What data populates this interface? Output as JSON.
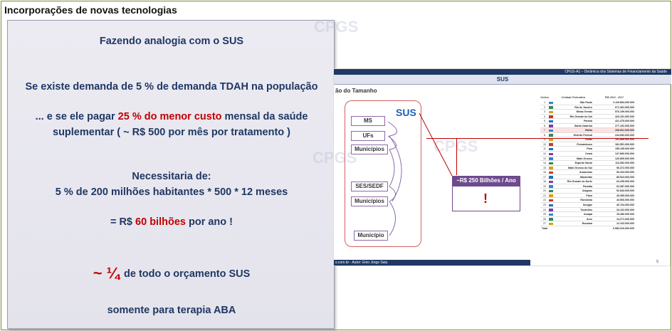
{
  "page_title": "Incorporações de novas tecnologias",
  "left_panel": {
    "line1": "Fazendo analogia com o SUS",
    "line2": "Se existe demanda de 5 % de demanda TDAH na população",
    "line3_prefix": "... e se ele pagar ",
    "line3_highlight": "25 % do menor custo",
    "line3_suffix": " mensal da saúde",
    "line4": "suplementar ( ~ R$ 500 por mês por tratamento )",
    "line5": "Necessitaria de:",
    "line6": "5 % de 200 milhões habitantes * 500 * 12 meses",
    "line7_prefix": "= R$ ",
    "line7_highlight": "60 bilhões",
    "line7_suffix": " por ano !",
    "line8_big": "~ ¼",
    "line8_rest": "de todo o orçamento SUS",
    "line9": "somente para terapia ABA"
  },
  "slide": {
    "top_bar": "CPGS-A1 – Dinâmica dos Sistemas de Financiamento da Saúde",
    "subtitle": "SUS",
    "heading": "ão do Tamanho",
    "sus_label": "SUS",
    "boxes": [
      "MS",
      "UFs",
      "Municípios",
      "SES/SEDF",
      "Municípios",
      "Município"
    ],
    "callout": "~R$ 250 Bilhões / Ano",
    "callout_mark": "!",
    "watermark": "CPGS",
    "footer": "s.com.br   -   Autor: Enio Jorge Salu",
    "page_number": "5",
    "table": {
      "headers": [
        "Ordem",
        "",
        "Unidade Federativa",
        "PIB 2012 - 2017"
      ],
      "rows": [
        [
          "1",
          "São Paulo",
          "2.119.854.000.000"
        ],
        [
          "2",
          "Rio de Janeiro",
          "671.362.000.000"
        ],
        [
          "3",
          "Minas Gerais",
          "576.199.000.000"
        ],
        [
          "4",
          "Rio Grande do Sul",
          "423.151.000.000"
        ],
        [
          "5",
          "Paraná",
          "421.375.000.000"
        ],
        [
          "6",
          "Santa Catarina",
          "277.192.000.000"
        ],
        [
          "7",
          "Bahia",
          "268.661.000.000"
        ],
        [
          "8",
          "Distrito Federal",
          "244.683.000.000"
        ],
        [
          "9",
          "Goiás",
          "191.899.000.000"
        ],
        [
          "10",
          "Pernambuco",
          "181.551.000.000"
        ],
        [
          "11",
          "Pará",
          "155.195.000.000"
        ],
        [
          "12",
          "Ceará",
          "147.890.000.000"
        ],
        [
          "13",
          "Mato Grosso",
          "126.805.000.000"
        ],
        [
          "14",
          "Espírito Santo",
          "113.352.000.000"
        ],
        [
          "15",
          "Mato Grosso do Sul",
          "96.372.000.000"
        ],
        [
          "16",
          "Amazonas",
          "93.204.000.000"
        ],
        [
          "17",
          "Maranhão",
          "89.524.000.000"
        ],
        [
          "18",
          "Rio Grande do Norte",
          "64.295.000.000"
        ],
        [
          "19",
          "Paraíba",
          "62.387.000.000"
        ],
        [
          "20",
          "Alagoas",
          "52.843.000.000"
        ],
        [
          "21",
          "Piauí",
          "45.359.000.000"
        ],
        [
          "22",
          "Rondônia",
          "43.506.000.000"
        ],
        [
          "23",
          "Sergipe",
          "40.704.000.000"
        ],
        [
          "24",
          "Tocantins",
          "34.102.000.000"
        ],
        [
          "25",
          "Amapá",
          "15.480.000.000"
        ],
        [
          "26",
          "Acre",
          "14.271.000.000"
        ],
        [
          "27",
          "Roraima",
          "12.103.000.000"
        ]
      ],
      "total_label": "Total",
      "total_value": "6.583.319.000.000"
    }
  },
  "colors": {
    "title_text": "#1f3864",
    "highlight": "#c00000",
    "accent": "#6e4a8e"
  }
}
